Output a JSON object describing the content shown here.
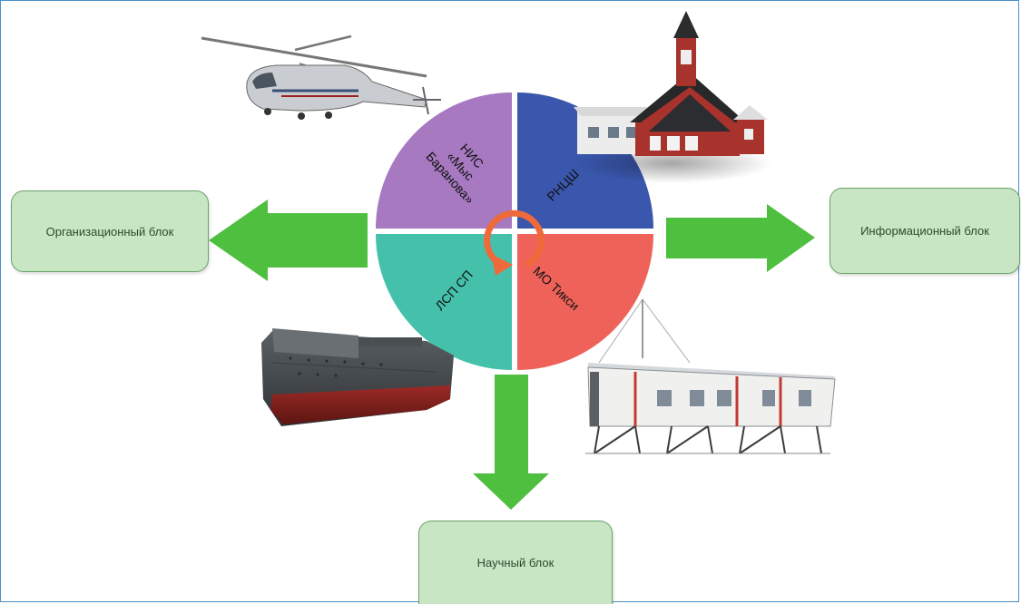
{
  "wheel": {
    "segments": [
      {
        "label_lines": [
          "НИС",
          "«Мыс",
          "Баранова»"
        ],
        "color": "#a679c0"
      },
      {
        "label_lines": [
          "РНЦШ"
        ],
        "color": "#3a57ad"
      },
      {
        "label_lines": [
          "МО Тикси"
        ],
        "color": "#ee625a"
      },
      {
        "label_lines": [
          "ЛСП СП"
        ],
        "color": "#45c1ab"
      }
    ],
    "cycle_arrow_color": "#ef6a3a"
  },
  "blocks": {
    "organizational": "Организационный блок",
    "informational": "Информационный блок",
    "scientific": "Научный блок"
  },
  "colors": {
    "arrow": "#4fbf3f",
    "block_fill": "#c8e6c4",
    "block_border": "#6aa36a",
    "frame": "#4a90c8"
  },
  "pictures": [
    "helicopter",
    "red-church-building",
    "research-vessel",
    "polar-station-module"
  ]
}
